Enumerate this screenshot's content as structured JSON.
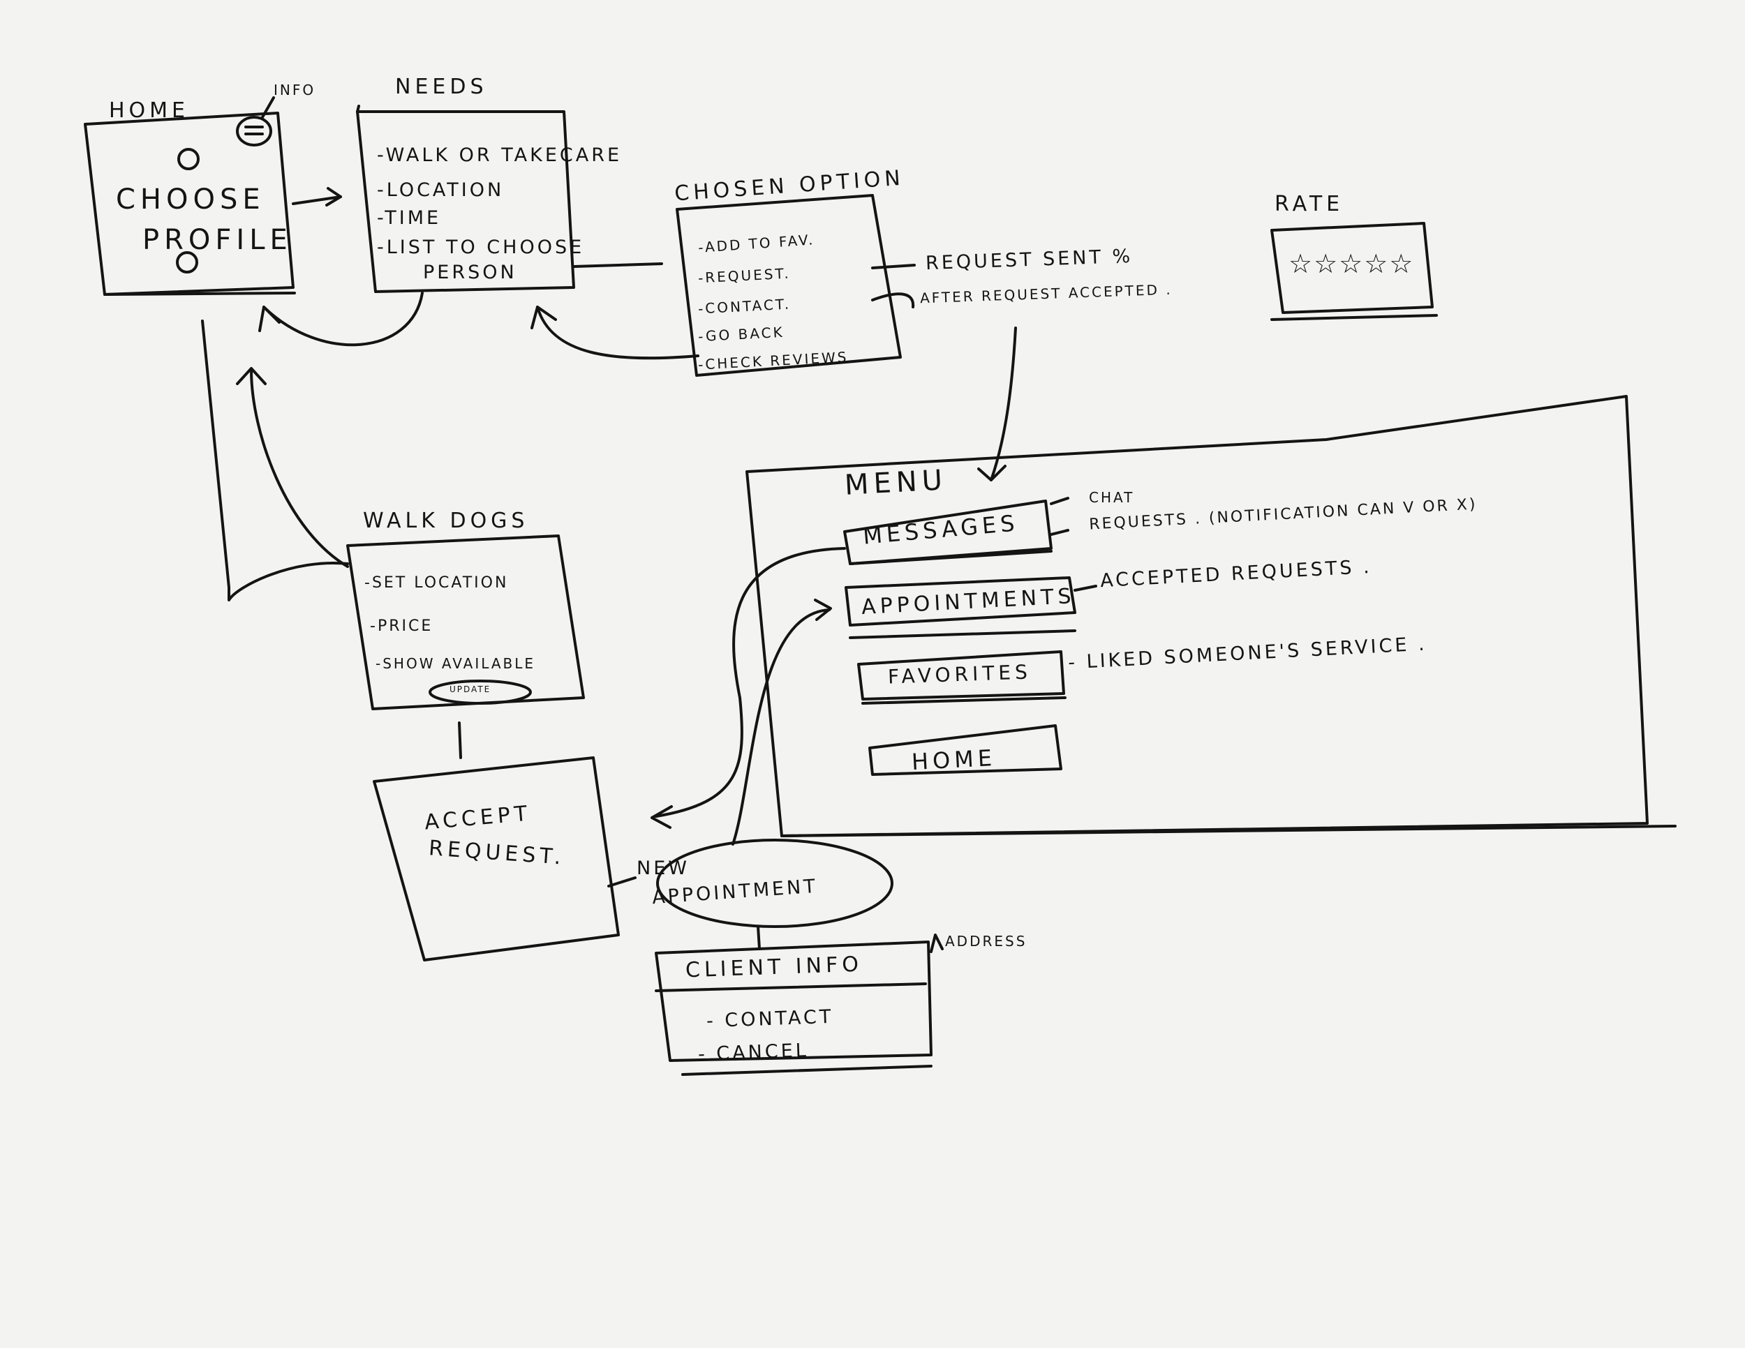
{
  "home": {
    "title": "HOME",
    "info_label": "INFO",
    "choose": "CHOOSE",
    "profile": "PROFILE"
  },
  "needs": {
    "title": "NEEDS",
    "items": [
      "-WALK OR TAKECARE",
      "-LOCATION",
      "-TIME",
      "-LIST TO CHOOSE",
      "PERSON"
    ]
  },
  "chosen": {
    "title": "CHOSEN OPTION",
    "items": [
      "-ADD TO FAV.",
      "-REQUEST.",
      "-CONTACT.",
      "-GO BACK",
      "-CHECK REVIEWS"
    ]
  },
  "request_sent": "REQUEST SENT %",
  "after_request": "AFTER REQUEST ACCEPTED .",
  "rate": {
    "title": "RATE",
    "stars": "☆☆☆☆☆"
  },
  "menu": {
    "title": "MENU",
    "messages": "MESSAGES",
    "chat": "CHAT",
    "requests": "REQUESTS . (NOTIFICATION CAN V or X)",
    "appointments": "APPOINTMENTS",
    "accepted_requests": "ACCEPTED REQUESTS .",
    "favorites": "FAVORITES",
    "liked": "- LIKED SOMEONE'S SERVICE .",
    "home": "HOME"
  },
  "walk_dogs": {
    "title": "WALK DOGS",
    "items": [
      "-SET LOCATION",
      "-PRICE",
      "-SHOW AVAILABLE"
    ],
    "update": "UPDATE"
  },
  "accept_request": {
    "line1": "ACCEPT",
    "line2": "REQUEST."
  },
  "new_appointment": {
    "line1": "NEW",
    "line2": "APPOINTMENT"
  },
  "client_info": {
    "title": "CLIENT INFO",
    "address": "ADDRESS",
    "items": [
      "- CONTACT",
      "- CANCEL"
    ]
  }
}
